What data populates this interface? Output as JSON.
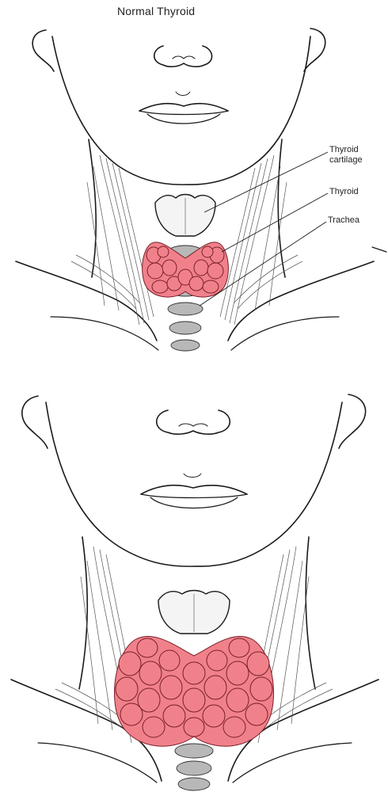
{
  "figure": {
    "title": "Normal Thyroid",
    "labels": {
      "thyroid_cartilage": [
        "Thyroid",
        "cartilage"
      ],
      "thyroid": "Thyroid",
      "trachea": "Trachea"
    }
  },
  "colors": {
    "thyroid_fill": "#f0818a",
    "thyroid_outline": "#7a1f2a",
    "cartilage_fill": "#f4f4f4",
    "trachea_fill": "#b8b8b8",
    "line": "#1a1a1a"
  }
}
